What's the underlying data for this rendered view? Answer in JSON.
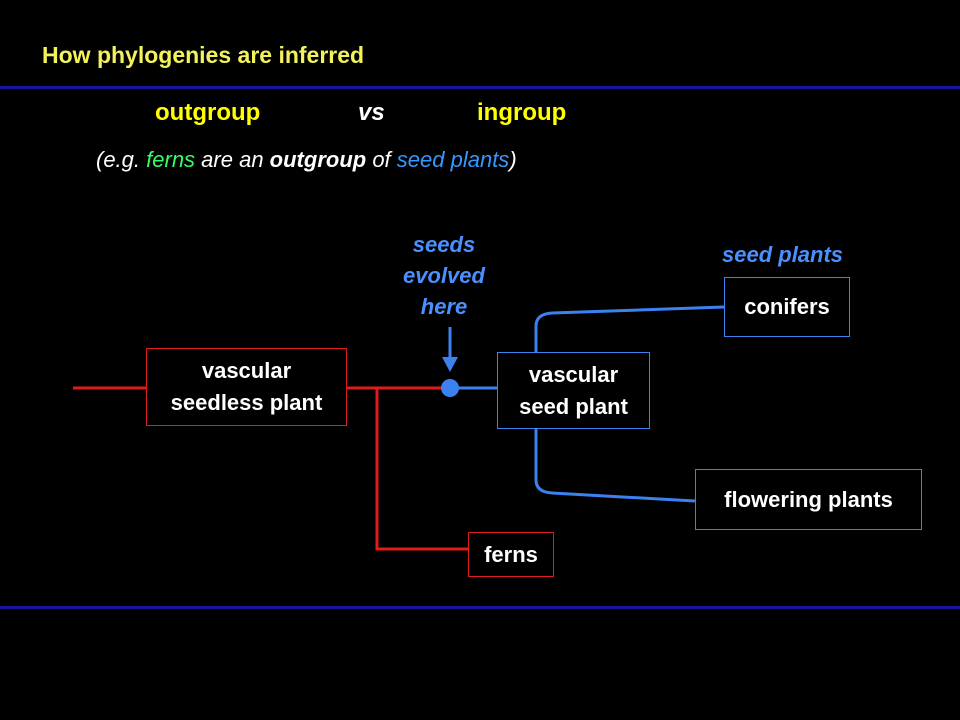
{
  "title": "How phylogenies are inferred",
  "heading": {
    "outgroup": "outgroup",
    "vs": "vs",
    "ingroup": "ingroup"
  },
  "example": {
    "open": "(e.g. ",
    "ferns": "ferns",
    "are_an": " are an ",
    "outgroup": "outgroup",
    "of": " of ",
    "seed_plants": "seed plants",
    "close": ")"
  },
  "tree": {
    "seeds_annotation": "seeds\nevolved\nhere",
    "seed_plants_label": "seed plants",
    "nodes": {
      "vascular_seedless": "vascular\nseedless plant",
      "vascular_seed": "vascular\nseed plant",
      "conifers": "conifers",
      "flowering_plants": "flowering plants",
      "ferns": "ferns"
    }
  },
  "colors": {
    "title": "#f2f25a",
    "heading_outgroup": "#ffff00",
    "heading_vs": "#ffffff",
    "heading_ingroup": "#ffff00",
    "outgroup_text": "#ffffff",
    "ferns_text": "#33ff66",
    "seed_plants_text": "#3399ff",
    "red_branch": "#e01b1b",
    "blue_branch": "#3b82f0",
    "annotation": "#4a90ff",
    "rule": "#1515a0"
  }
}
